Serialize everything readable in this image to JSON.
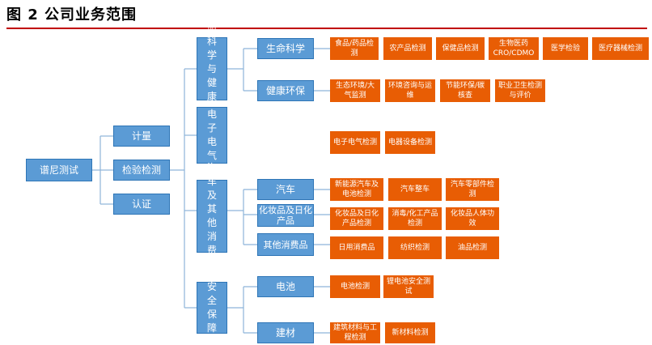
{
  "title": "图 2 公司业务范围",
  "root": "谱尼测试",
  "services": [
    "计量",
    "检验检测",
    "认证"
  ],
  "domains": [
    {
      "label": "生命科学与健康环保"
    },
    {
      "label": "电子电气"
    },
    {
      "label": "汽车及其他消费品"
    },
    {
      "label": "安全保障"
    }
  ],
  "subcategories": {
    "life_science": "生命科学",
    "health_env": "健康环保",
    "auto": "汽车",
    "cosmetics": "化妆品及日化产品",
    "other_consumer": "其他消费品",
    "battery": "电池",
    "building": "建材"
  },
  "items": {
    "life_science": [
      "食品/药品检测",
      "农产品检测",
      "保健品检测",
      "生物医药CRO/CDMO",
      "医学检验",
      "医疗器械检测"
    ],
    "health_env": [
      "生态环境/大气监测",
      "环境咨询与运维",
      "节能环保/碳核查",
      "职业卫生检测与评价"
    ],
    "electronics": [
      "电子电气检测",
      "电器设备检测"
    ],
    "auto": [
      "新能源汽车及电池检测",
      "汽车整车",
      "汽车零部件检测"
    ],
    "cosmetics": [
      "化妆品及日化产品检测",
      "消毒/化工产品检测",
      "化妆品人体功效"
    ],
    "other_consumer": [
      "日用消费品",
      "纺织检测",
      "油品检测"
    ],
    "battery": [
      "电池检测",
      "锂电池安全测试"
    ],
    "building": [
      "建筑材料与工程检测",
      "新材料检测"
    ]
  }
}
